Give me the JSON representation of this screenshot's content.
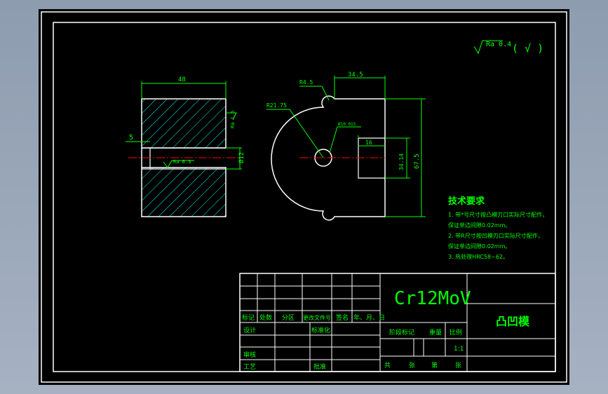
{
  "surface_finish": {
    "roughness": "Ra 0.4",
    "symbol": "( √ )"
  },
  "left_view": {
    "width_dim": "48",
    "depth_dim": "5",
    "roughness": "Ra 1.6",
    "inner_roughness": "Ra 6.3",
    "bore_dim": "Ø12"
  },
  "right_view": {
    "top_dim": "34.5",
    "r_small": "R4.5",
    "r_large": "R21.75",
    "hole_dim": "Ø10.015",
    "slot_dim": "16",
    "slot_height": "34.14",
    "total_height": "67.5"
  },
  "tech_requirements": {
    "title": "技术要求",
    "lines": [
      "1. 带*号尺寸按凸模刃口实际尺寸配作，",
      "保证单边间隙0.02mm。",
      "2. 带R尺寸按凹模刃口实际尺寸配作，",
      "保证单边间隙0.02mm。",
      "3. 热处理HRC58~62。"
    ]
  },
  "title_block": {
    "material": "Cr12MoV",
    "part_name": "凸凹模",
    "headers": [
      "标记",
      "处数",
      "分区",
      "更改文件号",
      "签名",
      "年、月、日"
    ],
    "design": "设计",
    "standardize": "标准化",
    "review": "审核",
    "process": "工艺",
    "approve": "批准",
    "stage_mark": "阶段标记",
    "weight": "重量",
    "scale_label": "比例",
    "scale": "1:1",
    "total": "共",
    "sheets": "张",
    "sheet_no": "第",
    "sheet_unit": "张"
  },
  "colors": {
    "line": "#ffffff",
    "dimension": "#00ff00",
    "hatch": "#00ffff",
    "center": "#ff0000",
    "background": "#000000"
  }
}
